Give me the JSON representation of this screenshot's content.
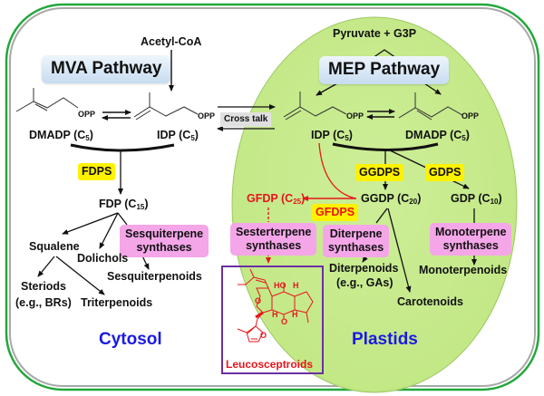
{
  "compartments": {
    "cytosol": "Cytosol",
    "plastids": "Plastids"
  },
  "pathways": {
    "mva": "MVA Pathway",
    "mep": "MEP Pathway"
  },
  "precursors": {
    "acetyl_coa": "Acetyl-CoA",
    "pyruvate_g3p": "Pyruvate + G3P"
  },
  "cross_talk": "Cross talk",
  "opp_label": "OPP",
  "cytosol_nodes": {
    "dmadp": {
      "name": "DMADP",
      "carbon": "(C",
      "sub": "5",
      "close": ")"
    },
    "idp": {
      "name": "IDP",
      "carbon": "(C",
      "sub": "5",
      "close": ")"
    },
    "fdp": {
      "name": "FDP",
      "carbon": "(C",
      "sub": "15",
      "close": ")"
    },
    "squalene": "Squalene",
    "dolichols": "Dolichols",
    "sesquiterpenoids": "Sesquiterpenoids",
    "steroids_line1": "Steriods",
    "steroids_line2": "(e.g., BRs)",
    "triterpenoids": "Triterpenoids"
  },
  "plastid_nodes": {
    "idp": {
      "name": "IDP",
      "carbon": "(C",
      "sub": "5",
      "close": ")"
    },
    "dmadp": {
      "name": "DMADP",
      "carbon": "(C",
      "sub": "5",
      "close": ")"
    },
    "ggdp": {
      "name": "GGDP",
      "carbon": "(C",
      "sub": "20",
      "close": ")"
    },
    "gdp": {
      "name": "GDP",
      "carbon": "(C",
      "sub": "10",
      "close": ")"
    },
    "gfdp": {
      "name": "GFDP",
      "carbon": "(C",
      "sub": "25",
      "close": ")"
    },
    "diterpenoids_line1": "Diterpenoids",
    "diterpenoids_line2": "(e.g., GAs)",
    "monoterpenoids": "Monoterpenoids",
    "carotenoids": "Carotenoids",
    "leucosceptroids": "Leucosceptroids"
  },
  "enzymes": {
    "fdps": "FDPS",
    "ggdps": "GGDPS",
    "gdps": "GDPS",
    "gfdps": "GFDPS"
  },
  "synthases": {
    "sesquiterpene": [
      "Sesquiterpene",
      "synthases"
    ],
    "sesterterpene": [
      "Sesterterpene",
      "synthases"
    ],
    "diterpene": [
      "Diterpene",
      "synthases"
    ],
    "monoterpene": [
      "Monoterpene",
      "synthases"
    ]
  },
  "molecule_labels": {
    "ho": "HO",
    "h": "H",
    "o": "O"
  },
  "colors": {
    "outer_border_green": "#22a83c",
    "inner_border_gray": "#a8a8a8",
    "plastid_fill": "#c8ec90",
    "enzyme_highlight": "#fff200",
    "synthase_fill": "#f4a6e8",
    "highlight_red": "#e8141c",
    "compartment_blue": "#1a1ae6",
    "leuco_box": "#6b2fa3"
  }
}
